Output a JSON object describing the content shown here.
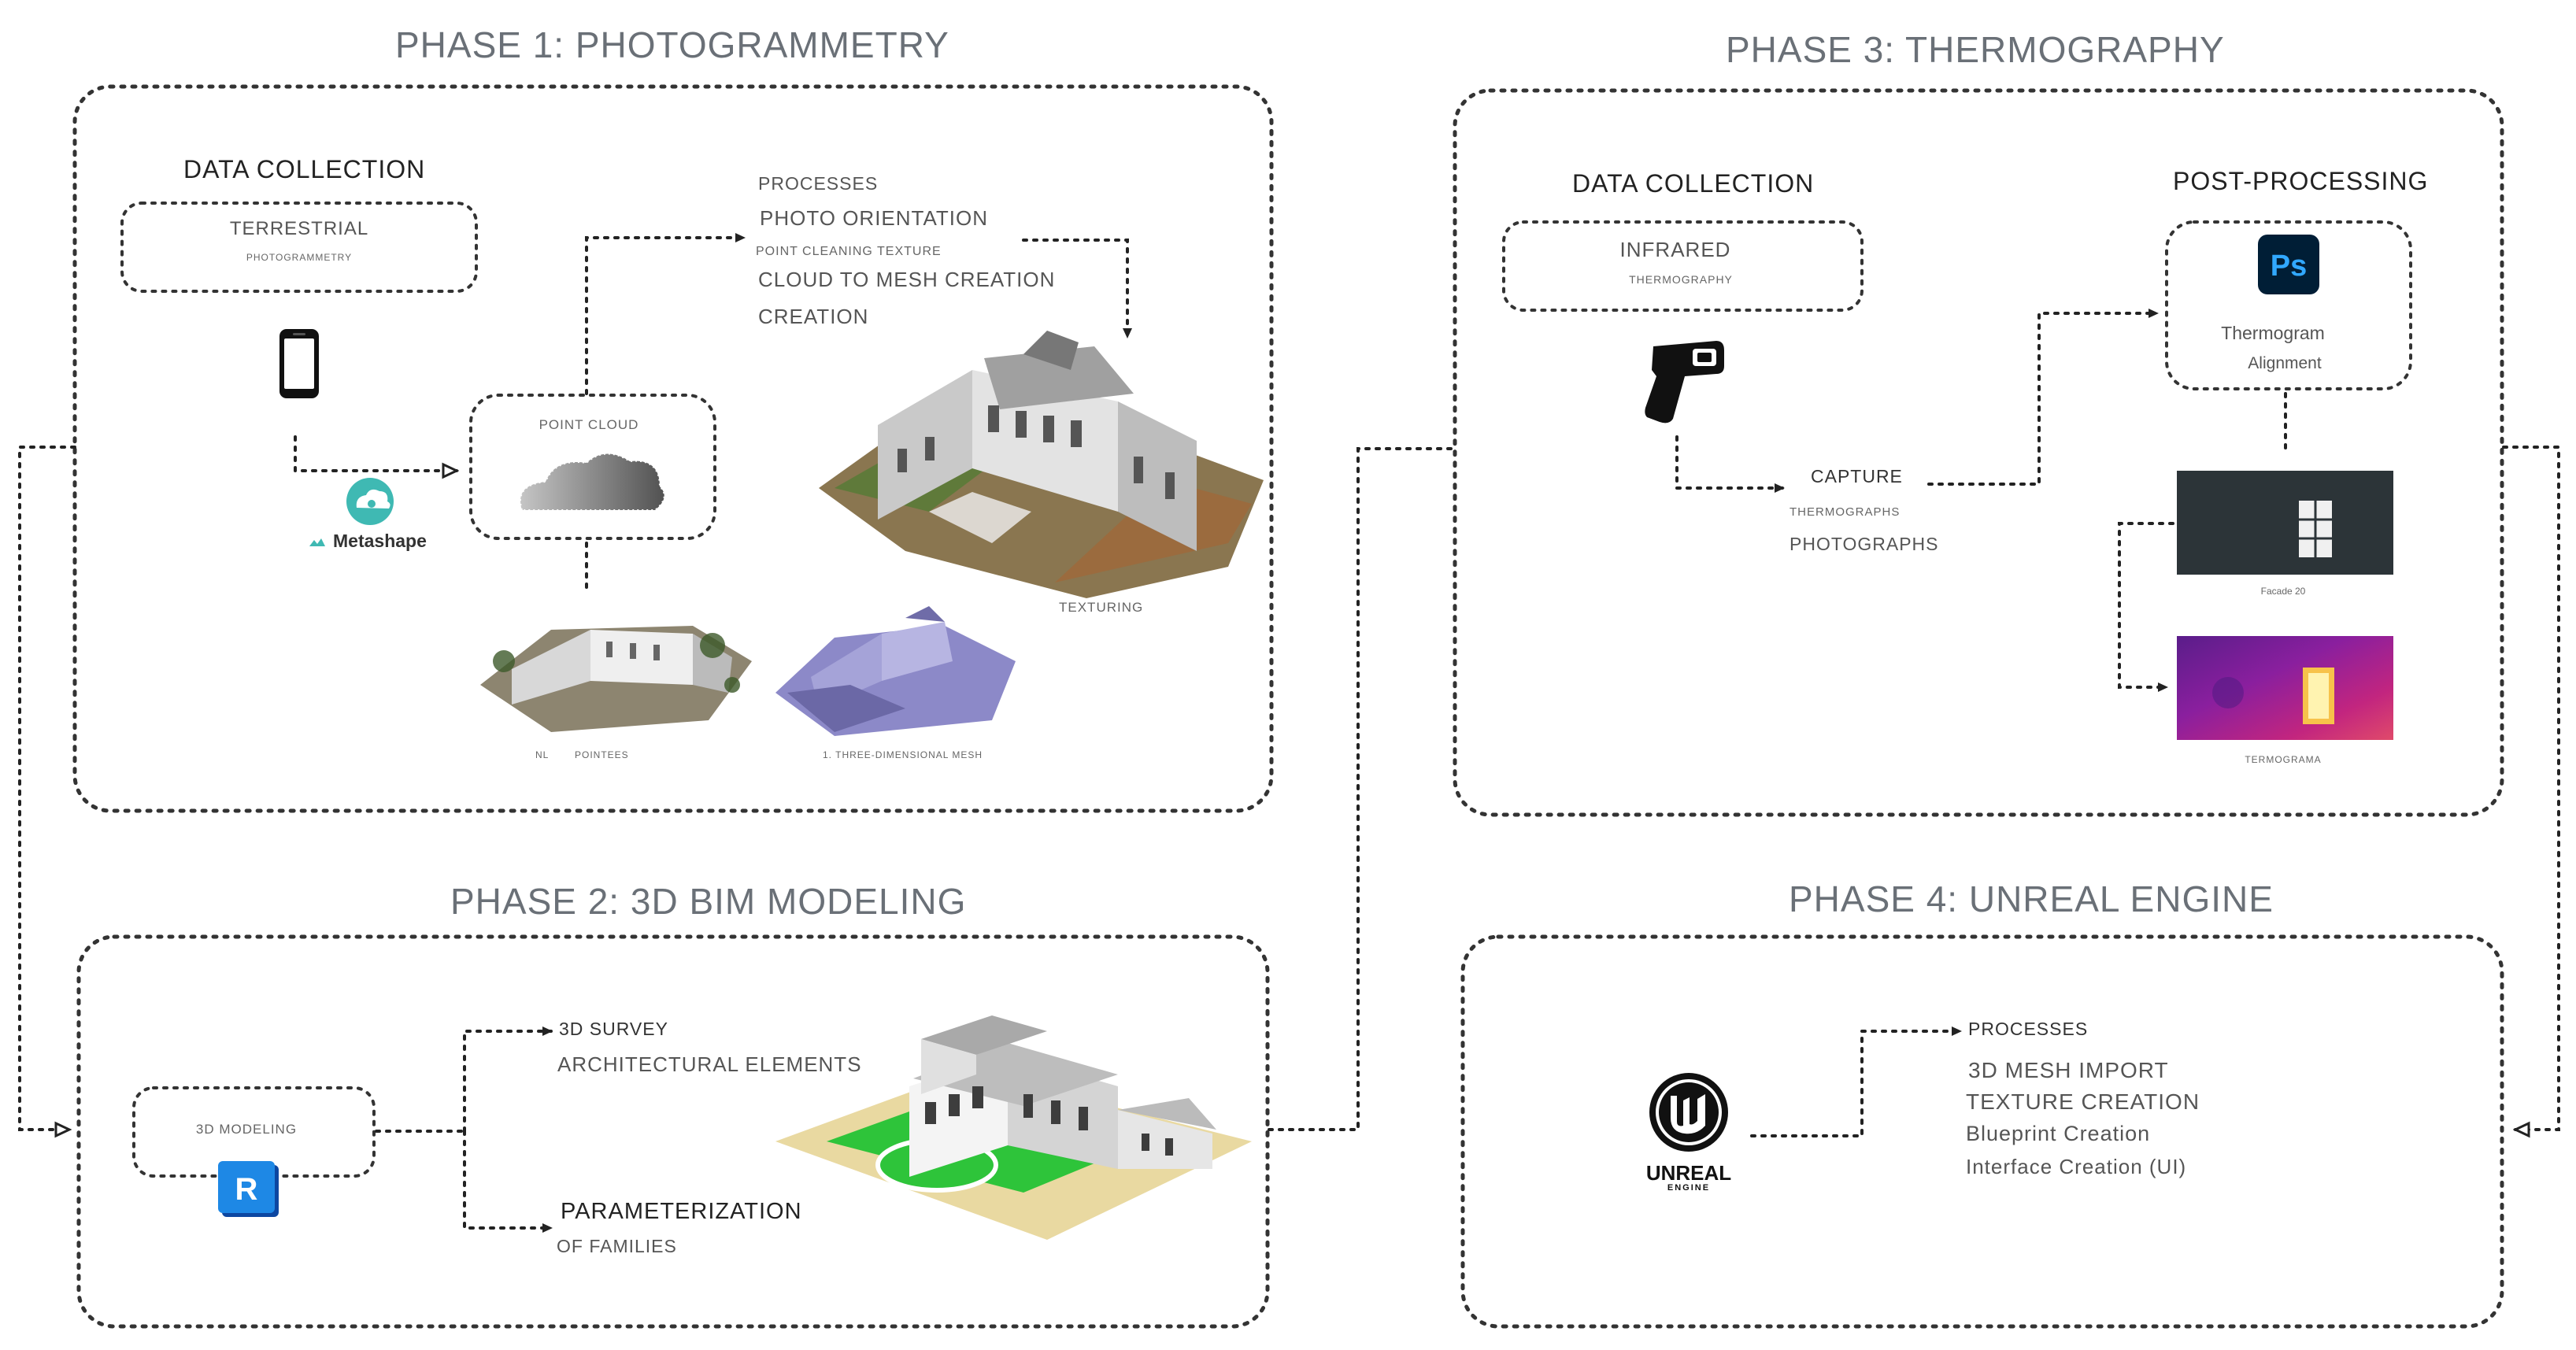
{
  "phase1": {
    "title": "PHASE 1: PHOTOGRAMMETRY",
    "data_collection": "DATA COLLECTION",
    "terrestrial": "TERRESTRIAL",
    "photogrammetry": "PHOTOGRAMMETRY",
    "metashape": "Metashape",
    "point_cloud": "POINT CLOUD",
    "processes": "PROCESSES",
    "photo_orientation": "PHOTO ORIENTATION",
    "point_cleaning": "POINT CLEANING TEXTURE",
    "cloud_to_mesh": "CLOUD TO MESH CREATION",
    "creation": "CREATION",
    "texturing": "TEXTURING",
    "caption_left_a": "NL",
    "caption_left_b": "POINTEES",
    "caption_mesh": "1. THREE-DIMENSIONAL MESH"
  },
  "phase2": {
    "title": "PHASE 2: 3D BIM MODELING",
    "modeling": "3D MODELING",
    "revit_letter": "R",
    "survey": "3D SURVEY",
    "arch_elements": "ARCHITECTURAL ELEMENTS",
    "parameterization": "PARAMETERIZATION",
    "families": "OF FAMILIES"
  },
  "phase3": {
    "title": "PHASE 3: THERMOGRAPHY",
    "data_collection": "DATA COLLECTION",
    "infrared": "INFRARED",
    "thermography": "THERMOGRAPHY",
    "capture": "CAPTURE",
    "thermographs": "THERMOGRAPHS",
    "photographs": "PHOTOGRAPHS",
    "post_processing": "POST-PROCESSING",
    "ps_logo": "Ps",
    "thermogram": "Thermogram",
    "alignment": "Alignment",
    "facade": "Facade 20",
    "termograma": "TERMOGRAMA"
  },
  "phase4": {
    "title": "PHASE 4: UNREAL ENGINE",
    "unreal": "UNREAL",
    "engine": "ENGINE",
    "processes": "PROCESSES",
    "mesh_import": "3D MESH IMPORT",
    "texture_creation": "TEXTURE CREATION",
    "blueprint": "Blueprint Creation",
    "interface": "Interface Creation (UI)"
  },
  "colors": {
    "title_gray": "#6a7077",
    "dotted": "#333333",
    "metashape_teal": "#3fb9b3",
    "photoshop_bg": "#001e36",
    "photoshop_fg": "#31a8ff",
    "revit_blue": "#1565c0",
    "facade_dark": "#2c3438"
  }
}
